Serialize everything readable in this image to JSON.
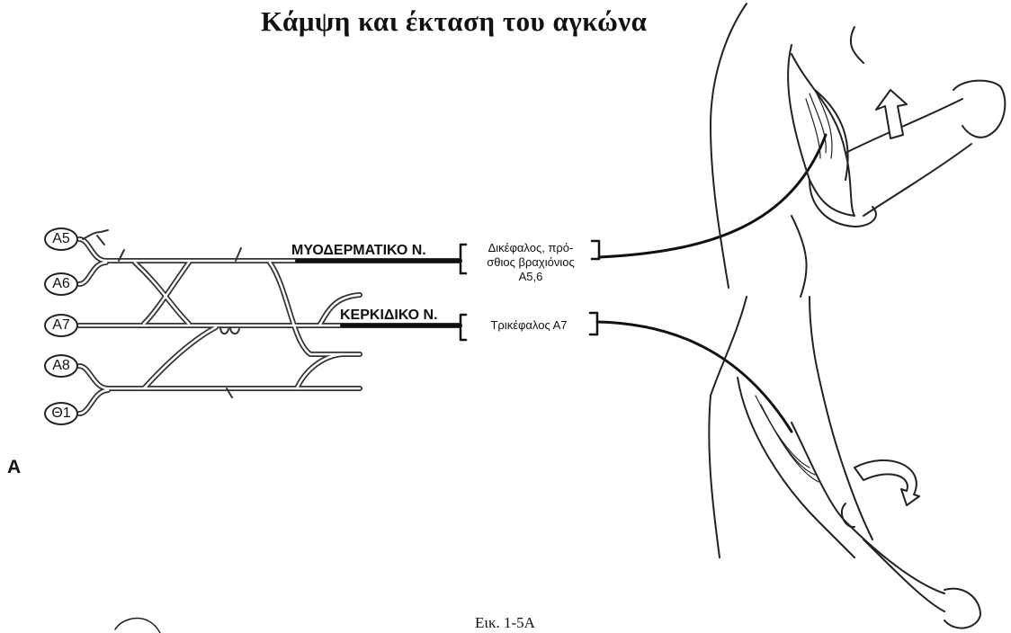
{
  "title": "Κάμψη και έκταση του αγκώνα",
  "caption": "Εικ. 1-5Α",
  "panel_letter": "Α",
  "roots": [
    "Α5",
    "Α6",
    "Α7",
    "Α8",
    "Θ1"
  ],
  "nerves": [
    {
      "label": "ΜΥΟΔΕΡΜΑΤΙΚΟ Ν.",
      "muscle_lines": [
        "Δικέφαλος, πρό-",
        "σθιος βραχιόνιος",
        "Α5,6"
      ]
    },
    {
      "label": "ΚΕΡΚΙΔΙΚΟ Ν.",
      "muscle_lines": [
        "Τρικέφαλος Α7"
      ]
    }
  ],
  "arrows": [
    "flexion-arrow",
    "extension-arrow"
  ]
}
